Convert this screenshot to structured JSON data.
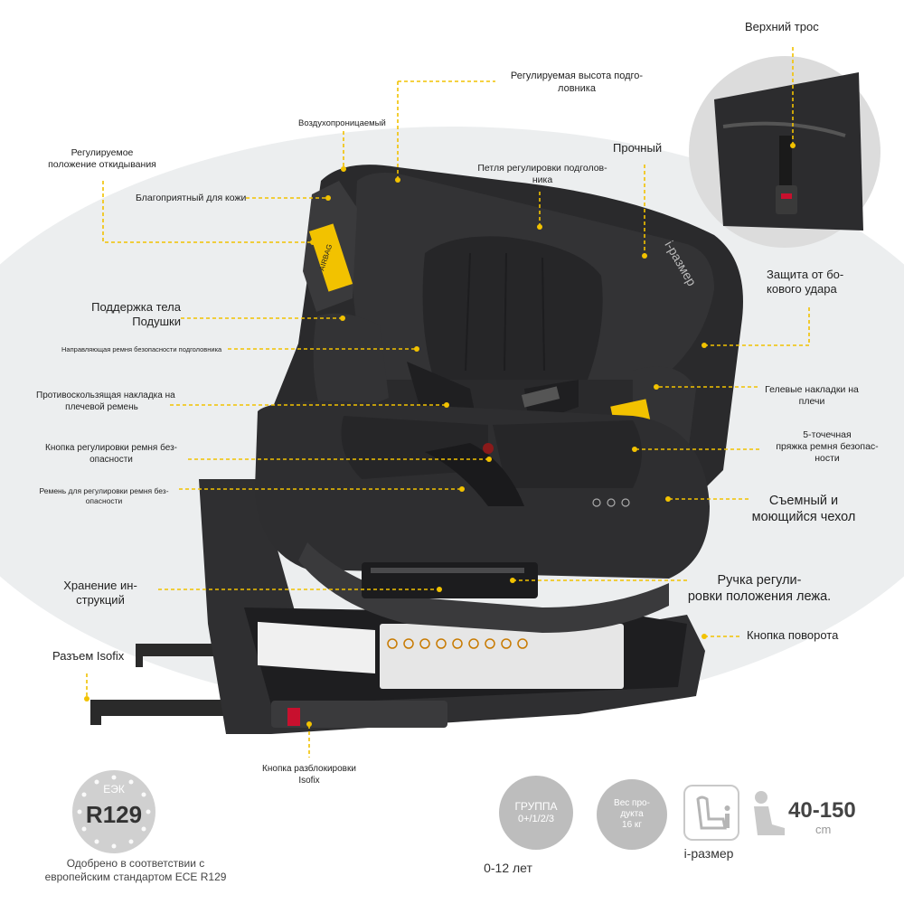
{
  "labels": {
    "top_tether": "Верхний трос",
    "headrest_height_1": "Регулируемая высота подго-",
    "headrest_height_2": "ловника",
    "breathable": "Воздухопроницаемый",
    "recline_1": "Регулируемое",
    "recline_2": "положение откидывания",
    "durable": "Прочный",
    "headrest_loop_1": "Петля регулировки подголов-",
    "headrest_loop_2": "ника",
    "skin_friendly": "Благоприятный для кожи",
    "side_impact_1": "Защита от бо-",
    "side_impact_2": "кового удара",
    "body_support_1": "Поддержка тела",
    "body_support_2": "Подушки",
    "belt_guide": "Направляющая ремня безопасности подголовника",
    "gel_pads_1": "Гелевые накладки на",
    "gel_pads_2": "плечи",
    "anti_slip_1": "Противоскользящая накладка на",
    "anti_slip_2": "плечевой ремень",
    "buckle_1": "5-точечная",
    "buckle_2": "пряжка ремня безопас-",
    "buckle_3": "ности",
    "belt_adjust_button_1": "Кнопка регулировки ремня без-",
    "belt_adjust_button_2": "опасности",
    "belt_adjust_strap_1": "Ремень для регулировки ремня без-",
    "belt_adjust_strap_2": "опасности",
    "cover_1": "Съемный и",
    "cover_2": "моющийся чехол",
    "manual_storage_1": "Хранение ин-",
    "manual_storage_2": "струкций",
    "recline_handle_1": "Ручка регули-",
    "recline_handle_2": "ровки положения лежа.",
    "rotate_button": "Кнопка поворота",
    "isofix_connector": "Разъем Isofix",
    "isofix_release_1": "Кнопка разблокировки",
    "isofix_release_2": "Isofix"
  },
  "seat_text": {
    "airbag": "AIRBAG",
    "isize": "i-размер"
  },
  "badges": {
    "cert_top": "ЕЭК",
    "cert_code": "R129",
    "cert_note_1": "Одобрено в соответствии с",
    "cert_note_2": "европейским стандартом ECE R129",
    "group_1": "ГРУППА",
    "group_2": "0+/1/2/3",
    "age": "0-12 лет",
    "weight_1": "Вес про-",
    "weight_2": "дукта",
    "weight_3": "16 кг",
    "isize_label": "i-размер",
    "height_value": "40-150",
    "height_unit": "cm"
  },
  "colors": {
    "accent": "#f2c200",
    "seat": "#2a2a2c",
    "background_ellipse": "#eceeef"
  }
}
